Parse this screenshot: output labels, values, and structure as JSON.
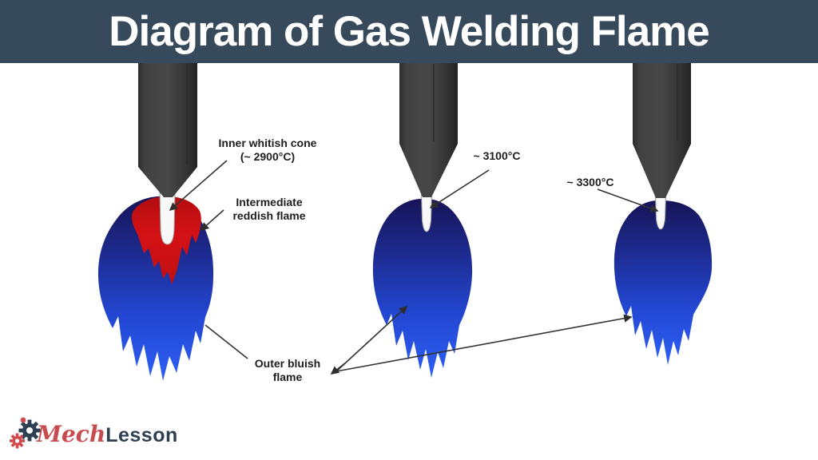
{
  "header": {
    "title": "Diagram of Gas Welding Flame"
  },
  "diagram": {
    "labels": {
      "inner_cone": {
        "line1": "Inner whitish cone",
        "line2": "(~ 2900°C)"
      },
      "intermediate": {
        "line1": "Intermediate",
        "line2": "reddish flame"
      },
      "neutral_temp": "~ 3100°C",
      "oxidizing_temp": "~ 3300°C",
      "outer": {
        "line1": "Outer bluish",
        "line2": "flame"
      }
    },
    "colors": {
      "header_bg": "#374a5c",
      "header_text": "#ffffff",
      "flame_blue_dark": "#171457",
      "flame_blue_bright": "#2e5ff5",
      "flame_red": "#d41114",
      "inner_cone_white": "#f8f8f8",
      "nozzle_gray": "#3d3d3d",
      "label_text": "#1d1d1d",
      "logo_red": "#d04a4e",
      "logo_navy": "#2d3f51"
    }
  },
  "logo": {
    "brand_part1": "Mech",
    "brand_part2": "Lesson"
  }
}
